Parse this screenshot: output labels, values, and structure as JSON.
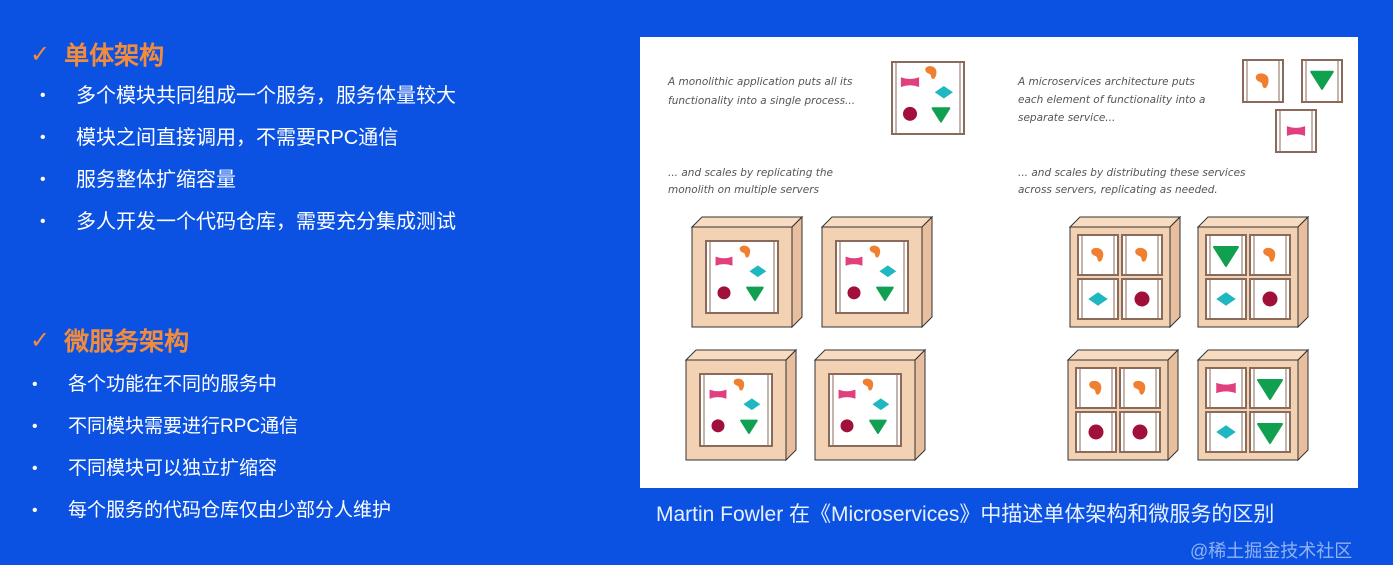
{
  "monolith": {
    "heading": "单体架构",
    "bullets": [
      "多个模块共同组成一个服务，服务体量较大",
      "模块之间直接调用，不需要RPC通信",
      "服务整体扩缩容量",
      "多人开发一个代码仓库，需要充分集成测试"
    ]
  },
  "microservice": {
    "heading": "微服务架构",
    "bullets": [
      "各个功能在不同的服务中",
      "不同模块需要进行RPC通信",
      "不同模块可以独立扩缩容",
      "每个服务的代码仓库仅由少部分人维护"
    ]
  },
  "diagram": {
    "mono_text": [
      "A monolithic application puts all its",
      "functionality into a single process..."
    ],
    "mono_scale_text": [
      "... and scales by replicating the",
      "monolith on multiple servers"
    ],
    "micro_text": [
      "A microservices architecture puts",
      "each element of functionality into a",
      "separate service..."
    ],
    "micro_scale_text": [
      "... and scales by distributing these services",
      "across servers, replicating as needed."
    ],
    "micro_servers": [
      [
        "orange",
        "orange",
        "teal",
        "maroon"
      ],
      [
        "green",
        "orange",
        "teal",
        "maroon"
      ],
      [
        "orange",
        "orange",
        "maroon",
        "maroon"
      ],
      [
        "pink",
        "green",
        "teal",
        "green"
      ]
    ],
    "colors": {
      "pink": "#e0407e",
      "orange": "#f08030",
      "teal": "#20b8c0",
      "maroon": "#a0103a",
      "green": "#10a050",
      "box": "#f3d2b4",
      "frame": "#8a6a5a"
    }
  },
  "caption": "Martin Fowler 在《Microservices》中描述单体架构和微服务的区别",
  "watermark": "@稀土掘金技术社区",
  "accent": "#f28c3a"
}
